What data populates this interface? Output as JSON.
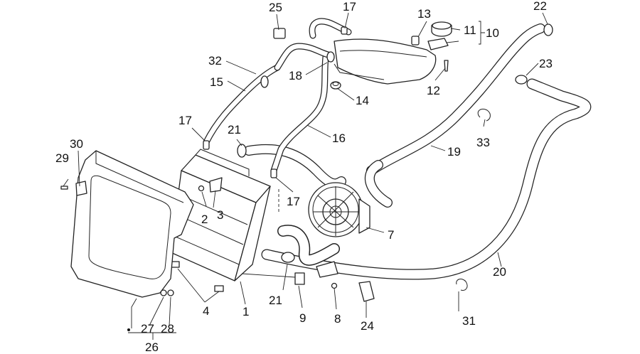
{
  "labels": [
    {
      "id": "l1",
      "text": "1"
    },
    {
      "id": "l2",
      "text": "2"
    },
    {
      "id": "l3",
      "text": "3"
    },
    {
      "id": "l4",
      "text": "4"
    },
    {
      "id": "l7",
      "text": "7"
    },
    {
      "id": "l8",
      "text": "8"
    },
    {
      "id": "l9",
      "text": "9"
    },
    {
      "id": "l10",
      "text": "10"
    },
    {
      "id": "l11",
      "text": "11"
    },
    {
      "id": "l12",
      "text": "12"
    },
    {
      "id": "l13",
      "text": "13"
    },
    {
      "id": "l14",
      "text": "14"
    },
    {
      "id": "l15",
      "text": "15"
    },
    {
      "id": "l16",
      "text": "16"
    },
    {
      "id": "l17a",
      "text": "17"
    },
    {
      "id": "l17b",
      "text": "17"
    },
    {
      "id": "l17c",
      "text": "17"
    },
    {
      "id": "l18",
      "text": "18"
    },
    {
      "id": "l19",
      "text": "19"
    },
    {
      "id": "l20",
      "text": "20"
    },
    {
      "id": "l21a",
      "text": "21"
    },
    {
      "id": "l21b",
      "text": "21"
    },
    {
      "id": "l22",
      "text": "22"
    },
    {
      "id": "l23",
      "text": "23"
    },
    {
      "id": "l24",
      "text": "24"
    },
    {
      "id": "l25",
      "text": "25"
    },
    {
      "id": "l26",
      "text": "26"
    },
    {
      "id": "l27",
      "text": "27"
    },
    {
      "id": "l28",
      "text": "28"
    },
    {
      "id": "l29",
      "text": "29"
    },
    {
      "id": "l30",
      "text": "30"
    },
    {
      "id": "l31",
      "text": "31"
    },
    {
      "id": "l32",
      "text": "32"
    },
    {
      "id": "l33",
      "text": "33"
    }
  ]
}
